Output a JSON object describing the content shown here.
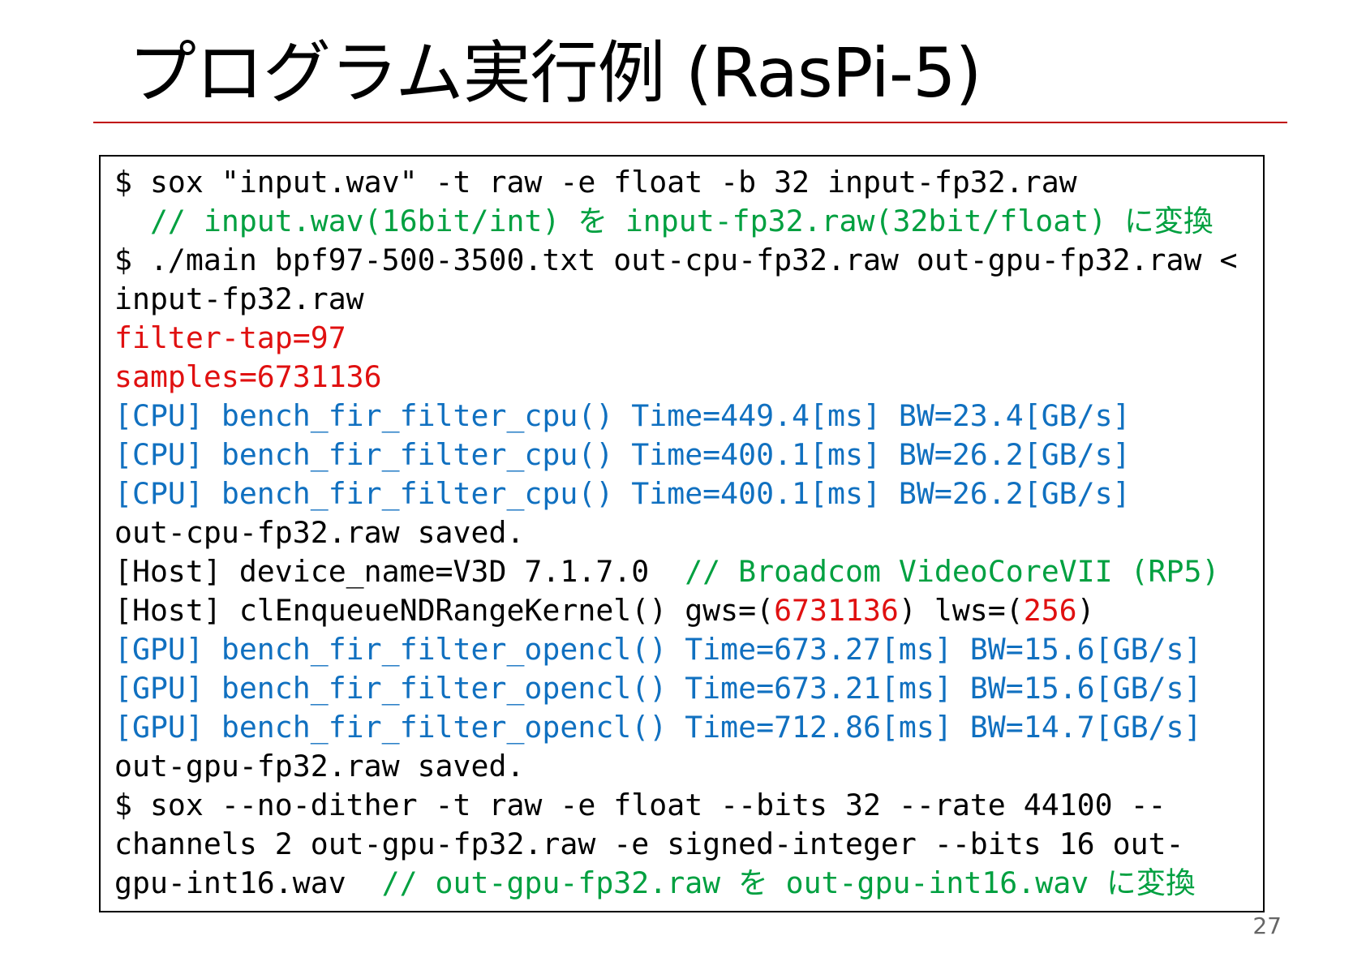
{
  "title": "プログラム実行例 (RasPi-5)",
  "page_number": "27",
  "colors": {
    "title_rule": "#c00000",
    "default_text": "#000000",
    "comment": "#00a040",
    "value": "#e01010",
    "benchmark": "#1070c0"
  },
  "code": {
    "lines": [
      [
        {
          "text": "$ sox \"input.wav\" -t raw -e float -b 32 input-fp32.raw",
          "color": "black"
        }
      ],
      [
        {
          "text": "  // input.wav(16bit/int) を input-fp32.raw(32bit/float) に変換",
          "color": "green"
        }
      ],
      [
        {
          "text": "$ ./main bpf97-500-3500.txt out-cpu-fp32.raw out-gpu-fp32.raw <",
          "color": "black"
        }
      ],
      [
        {
          "text": "input-fp32.raw",
          "color": "black"
        }
      ],
      [
        {
          "text": "filter-tap=97",
          "color": "red"
        }
      ],
      [
        {
          "text": "samples=6731136",
          "color": "red"
        }
      ],
      [
        {
          "text": "[CPU] bench_fir_filter_cpu() Time=449.4[ms] BW=23.4[GB/s]",
          "color": "blue"
        }
      ],
      [
        {
          "text": "[CPU] bench_fir_filter_cpu() Time=400.1[ms] BW=26.2[GB/s]",
          "color": "blue"
        }
      ],
      [
        {
          "text": "[CPU] bench_fir_filter_cpu() Time=400.1[ms] BW=26.2[GB/s]",
          "color": "blue"
        }
      ],
      [
        {
          "text": "out-cpu-fp32.raw saved.",
          "color": "black"
        }
      ],
      [
        {
          "text": "[Host] device_name=V3D 7.1.7.0  ",
          "color": "black"
        },
        {
          "text": "// Broadcom VideoCoreVII (RP5)",
          "color": "green"
        }
      ],
      [
        {
          "text": "[Host] clEnqueueNDRangeKernel() gws=(",
          "color": "black"
        },
        {
          "text": "6731136",
          "color": "red"
        },
        {
          "text": ") lws=(",
          "color": "black"
        },
        {
          "text": "256",
          "color": "red"
        },
        {
          "text": ")",
          "color": "black"
        }
      ],
      [
        {
          "text": "[GPU] bench_fir_filter_opencl() Time=673.27[ms] BW=15.6[GB/s]",
          "color": "blue"
        }
      ],
      [
        {
          "text": "[GPU] bench_fir_filter_opencl() Time=673.21[ms] BW=15.6[GB/s]",
          "color": "blue"
        }
      ],
      [
        {
          "text": "[GPU] bench_fir_filter_opencl() Time=712.86[ms] BW=14.7[GB/s]",
          "color": "blue"
        }
      ],
      [
        {
          "text": "out-gpu-fp32.raw saved.",
          "color": "black"
        }
      ],
      [
        {
          "text": "$ sox --no-dither -t raw -e float --bits 32 --rate 44100 --",
          "color": "black"
        }
      ],
      [
        {
          "text": "channels 2 out-gpu-fp32.raw -e signed-integer --bits 16 out-",
          "color": "black"
        }
      ],
      [
        {
          "text": "gpu-int16.wav  ",
          "color": "black"
        },
        {
          "text": "// out-gpu-fp32.raw を out-gpu-int16.wav に変換",
          "color": "green"
        }
      ]
    ]
  }
}
